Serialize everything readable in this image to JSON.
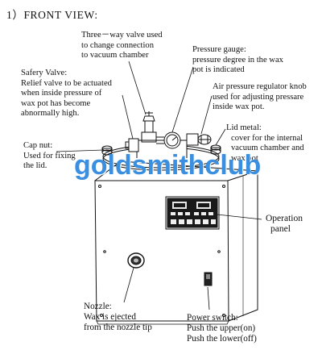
{
  "title": "1）FRONT VIEW:",
  "watermark": "goldsmithclub",
  "labels": {
    "three_way_valve": [
      "Three－way valve used",
      "to change connection",
      "to vacuum chamber"
    ],
    "pressure_gauge": [
      "Pressure gauge:",
      "pressure degree in the wax",
      "pot is indicated"
    ],
    "safety_valve": [
      "Safery Valve:",
      "Relief valve to be actuated",
      "when inside pressure of",
      "wax pot has become",
      "abnormally high."
    ],
    "air_regulator": [
      "Air pressure regulator knob",
      "used for adjusting pressare",
      "inside wax pot."
    ],
    "lid_metal": [
      "Lid metal:",
      "cover for the internal",
      "vacuum chamber and",
      "wax pot"
    ],
    "cap_nut": [
      "Cap nut:",
      "Used for fixing",
      "the lid."
    ],
    "operation_panel": [
      "Operation",
      "panel"
    ],
    "nozzle": [
      "Nozzle:",
      "Wax is ejected",
      "from the nozzle tip"
    ],
    "power_switch": [
      "Power switch:",
      "Push the upper(on)",
      "Push the lower(off)"
    ]
  },
  "colors": {
    "ink": "#111111",
    "watermark": "#3b8fe0",
    "panel": "#1a1a1a"
  }
}
